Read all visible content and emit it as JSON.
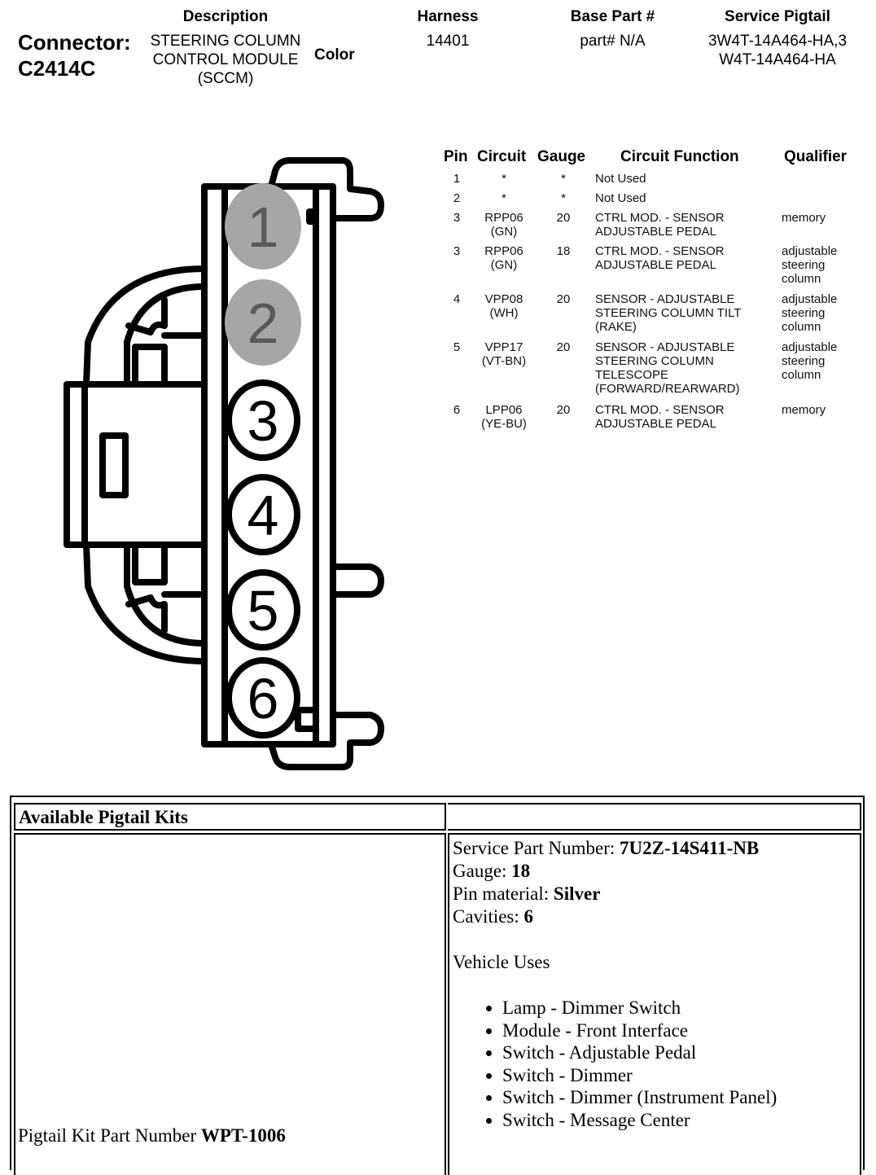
{
  "header": {
    "connector_label": "Connector:",
    "connector_id": "C2414C",
    "color_label": "Color",
    "description_title": "Description",
    "description_value": "STEERING COLUMN CONTROL MODULE (SCCM)",
    "harness_title": "Harness",
    "harness_value": "14401",
    "base_part_title": "Base Part #",
    "base_part_value": "part# N/A",
    "service_pigtail_title": "Service Pigtail",
    "service_pigtail_value": "3W4T-14A464-HA,3W4T-14A464-HA"
  },
  "connector_diagram": {
    "pins": [
      "1",
      "2",
      "3",
      "4",
      "5",
      "6"
    ],
    "unused_pins": [
      "1",
      "2"
    ],
    "unused_fill": "#a6a6a6"
  },
  "pin_table": {
    "headers": [
      "Pin",
      "Circuit",
      "Gauge",
      "Circuit Function",
      "Qualifier"
    ],
    "rows": [
      {
        "pin": "1",
        "circuit": "*",
        "gauge": "*",
        "function": "Not Used",
        "qualifier": ""
      },
      {
        "pin": "2",
        "circuit": "*",
        "gauge": "*",
        "function": "Not Used",
        "qualifier": ""
      },
      {
        "pin": "3",
        "circuit": "RPP06 (GN)",
        "gauge": "20",
        "function": "CTRL MOD. - SENSOR ADJUSTABLE PEDAL",
        "qualifier": "memory"
      },
      {
        "pin": "3",
        "circuit": "RPP06 (GN)",
        "gauge": "18",
        "function": "CTRL MOD. - SENSOR ADJUSTABLE PEDAL",
        "qualifier": "adjustable steering column"
      },
      {
        "pin": "4",
        "circuit": "VPP08 (WH)",
        "gauge": "20",
        "function": "SENSOR - ADJUSTABLE STEERING COLUMN TILT (RAKE)",
        "qualifier": "adjustable steering column"
      },
      {
        "pin": "5",
        "circuit": "VPP17 (VT-BN)",
        "gauge": "20",
        "function": "SENSOR - ADJUSTABLE STEERING COLUMN TELESCOPE (FORWARD/REARWARD)",
        "qualifier": "adjustable steering column"
      },
      {
        "pin": "6",
        "circuit": "LPP06 (YE-BU)",
        "gauge": "20",
        "function": "CTRL MOD. - SENSOR ADJUSTABLE PEDAL",
        "qualifier": "memory"
      }
    ]
  },
  "pigtail_kits": {
    "title": "Available Pigtail Kits",
    "kit_part_label": "Pigtail Kit Part Number ",
    "kit_part_value": "WPT-1006",
    "service_part_label": "Service Part Number: ",
    "service_part_value": "7U2Z-14S411-NB",
    "gauge_label": "Gauge: ",
    "gauge_value": "18",
    "pin_material_label": "Pin material: ",
    "pin_material_value": "Silver",
    "cavities_label": "Cavities: ",
    "cavities_value": "6",
    "vehicle_uses_title": "Vehicle Uses",
    "vehicle_uses": [
      "Lamp - Dimmer Switch",
      "Module - Front Interface",
      "Switch - Adjustable Pedal",
      "Switch - Dimmer",
      "Switch - Dimmer (Instrument Panel)",
      "Switch - Message Center"
    ]
  }
}
